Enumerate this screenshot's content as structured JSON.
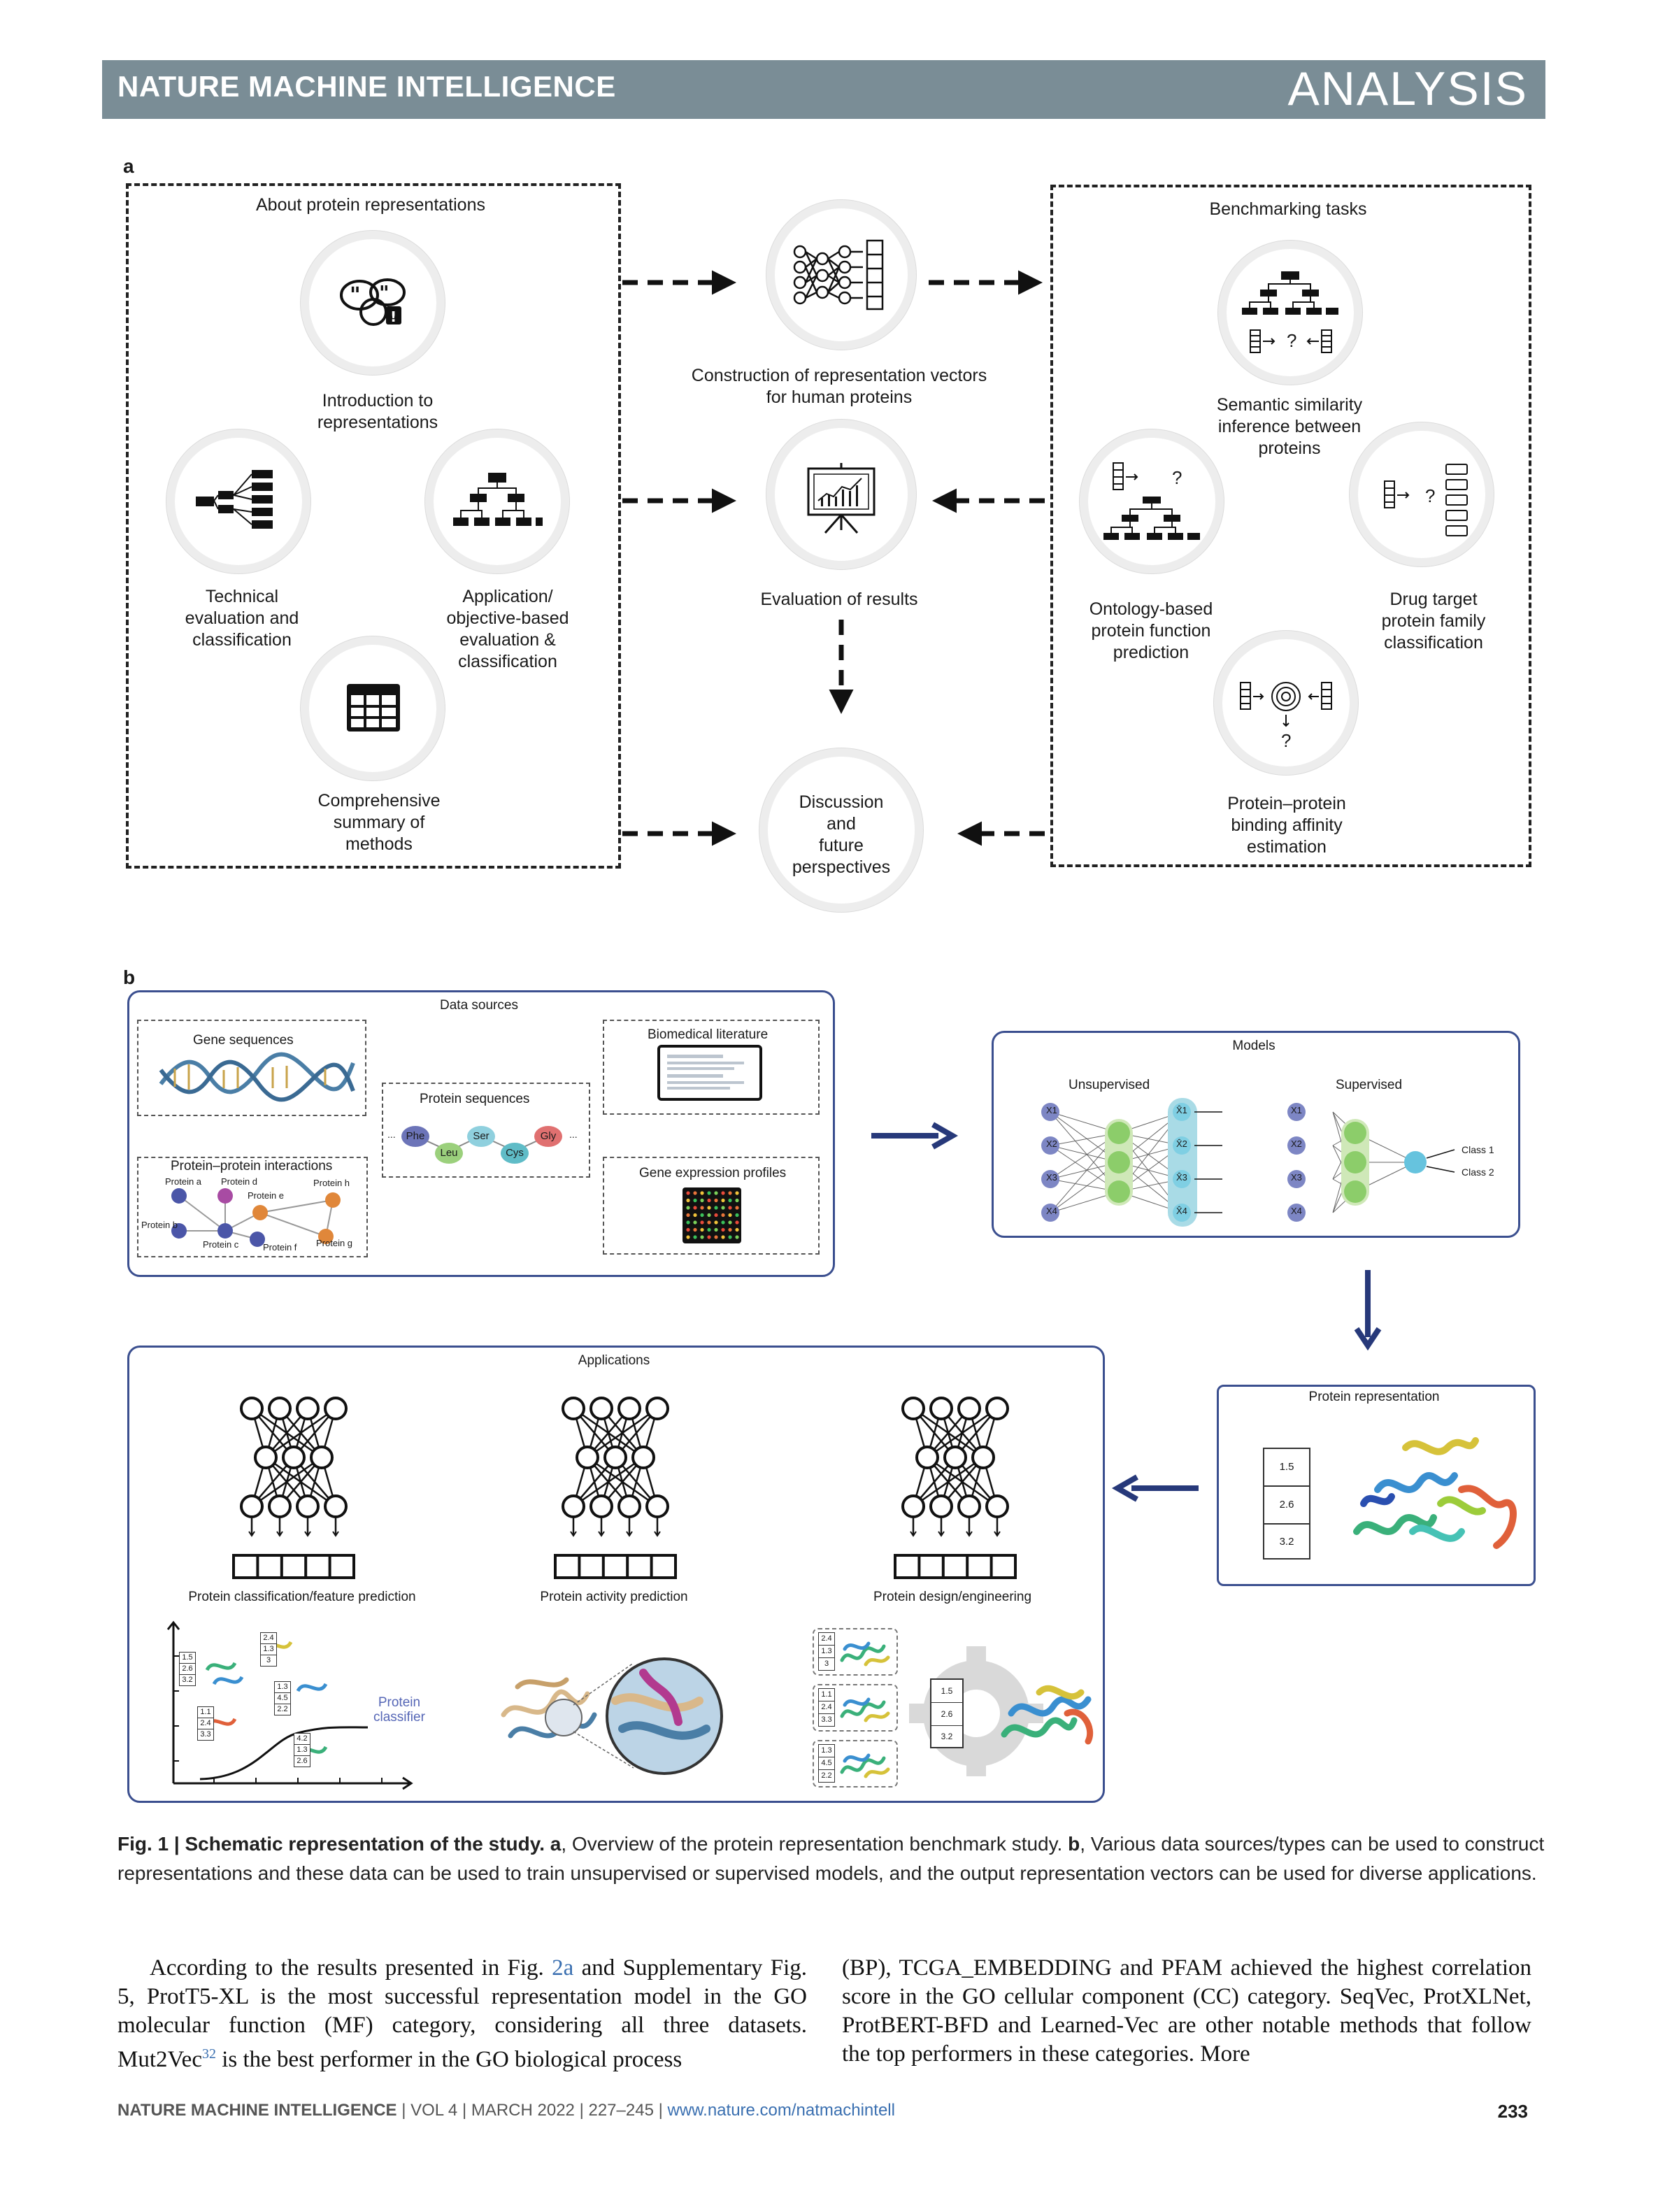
{
  "header": {
    "journal": "NATURE MACHINE INTELLIGENCE",
    "section": "ANALYSIS"
  },
  "panel_a": {
    "letter": "a",
    "left_box_title": "About protein representations",
    "intro": "Introduction to\nrepresentations",
    "technical": "Technical\nevaluation and\nclassification",
    "application": "Application/\nobjective-based\nevaluation &\nclassification",
    "summary": "Comprehensive\nsummary of\nmethods",
    "construction": "Construction of representation vectors\nfor human proteins",
    "evaluation": "Evaluation of results",
    "discussion": "Discussion\nand\nfuture\nperspectives",
    "right_box_title": "Benchmarking tasks",
    "semantic": "Semantic similarity\ninference between\nproteins",
    "ontology": "Ontology-based\nprotein function\nprediction",
    "drug": "Drug target\nprotein family\nclassification",
    "ppi": "Protein–protein\nbinding affinity\nestimation",
    "qmark": "?"
  },
  "panel_b": {
    "letter": "b",
    "data_sources": "Data sources",
    "gene_seq": "Gene sequences",
    "biomed": "Biomedical literature",
    "protein_seq": "Protein sequences",
    "amino": [
      "Phe",
      "Leu",
      "Ser",
      "Cys",
      "Gly"
    ],
    "ellipsis": "...",
    "ppi_title": "Protein–protein interactions",
    "ppi_nodes": [
      "Protein a",
      "Protein d",
      "Protein e",
      "Protein h",
      "Protein b",
      "Protein c",
      "Protein f",
      "Protein g"
    ],
    "gene_expr": "Gene expression profiles",
    "models": "Models",
    "unsupervised": "Unsupervised",
    "supervised": "Supervised",
    "x_in": [
      "X1",
      "X2",
      "X3",
      "X4"
    ],
    "x_out": [
      "X̂1",
      "X̂2",
      "X̂3",
      "X̂4"
    ],
    "classes": [
      "Class 1",
      "Class 2"
    ],
    "protein_rep": "Protein representation",
    "rep_values": [
      "1.5",
      "2.6",
      "3.2"
    ],
    "applications": "Applications",
    "app1": "Protein classification/feature prediction",
    "app2": "Protein activity prediction",
    "app3": "Protein design/engineering",
    "classifier": "Protein\nclassifier",
    "vec_sets": [
      [
        "1.5",
        "2.6",
        "3.2"
      ],
      [
        "2.4",
        "1.3",
        "3"
      ],
      [
        "1.3",
        "4.5",
        "2.2"
      ],
      [
        "1.1",
        "2.4",
        "3.3"
      ],
      [
        "4.2",
        "1.3",
        "2.6"
      ]
    ],
    "design_sets": [
      [
        "2.4",
        "1.3",
        "3"
      ],
      [
        "1.1",
        "2.4",
        "3.3"
      ],
      [
        "1.3",
        "4.5",
        "2.2"
      ]
    ],
    "design_out": [
      "1.5",
      "2.6",
      "3.2"
    ]
  },
  "caption": {
    "fig": "Fig. 1 | Schematic representation of the study.",
    "a": "a",
    "a_text": ", Overview of the protein representation benchmark study.",
    "b": "b",
    "b_text": ", Various data sources/types can be used to construct representations and these data can be used to train unsupervised or supervised models, and the output representation vectors can be used for diverse applications."
  },
  "body": {
    "left_1": "According to the results presented in Fig.",
    "left_ref1": "2a",
    "left_2": " and Supplementary Fig. 5, ProtT5-XL is the most successful representation model in the GO molecular function (MF) category, considering all three datasets. Mut2Vec",
    "left_sup": "32",
    "left_3": " is the best performer in the GO biological process",
    "right": "(BP), TCGA_EMBEDDING and PFAM achieved the highest correlation score in the GO cellular component (CC) category. SeqVec, ProtXLNet, ProtBERT-BFD and Learned-Vec are other notable methods that follow the top performers in these categories. More"
  },
  "footer": {
    "journal": "NATURE MACHINE INTELLIGENCE",
    "info": " | VOL 4 | MARCH 2022 | 227–245 | ",
    "url": "www.nature.com/natmachintell",
    "page": "233"
  }
}
